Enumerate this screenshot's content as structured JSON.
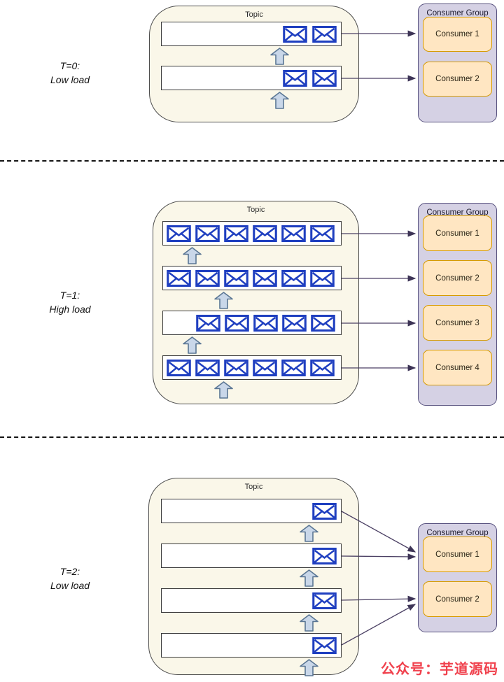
{
  "watermark": {
    "text": "公众号：芋道源码",
    "color": "#f0414d"
  },
  "sections": [
    {
      "time_label": "T=0:",
      "load_label": "Low load",
      "topic": {
        "title": "Topic",
        "partitions": [
          {
            "envelope_count": 2
          },
          {
            "envelope_count": 2
          }
        ]
      },
      "consumer_group": {
        "title": "Consumer Group",
        "consumers": [
          {
            "label": "Consumer 1"
          },
          {
            "label": "Consumer 2"
          }
        ]
      }
    },
    {
      "time_label": "T=1:",
      "load_label": "High load",
      "topic": {
        "title": "Topic",
        "partitions": [
          {
            "envelope_count": 6
          },
          {
            "envelope_count": 6
          },
          {
            "envelope_count": 5,
            "offset_slots": 1
          },
          {
            "envelope_count": 6
          }
        ]
      },
      "consumer_group": {
        "title": "Consumer Group",
        "consumers": [
          {
            "label": "Consumer 1"
          },
          {
            "label": "Consumer 2"
          },
          {
            "label": "Consumer 3"
          },
          {
            "label": "Consumer 4"
          }
        ]
      }
    },
    {
      "time_label": "T=2:",
      "load_label": "Low load",
      "topic": {
        "title": "Topic",
        "partitions": [
          {
            "envelope_count": 1
          },
          {
            "envelope_count": 1
          },
          {
            "envelope_count": 1
          },
          {
            "envelope_count": 1
          }
        ]
      },
      "consumer_group": {
        "title": "Consumer Group",
        "consumers": [
          {
            "label": "Consumer 1"
          },
          {
            "label": "Consumer 2"
          }
        ]
      }
    }
  ],
  "icons": {
    "envelope": "message-envelope-icon",
    "up_arrow": "produce-up-arrow-icon"
  },
  "colors": {
    "topic_fill": "#faf7e9",
    "topic_border": "#4d4d4d",
    "partition_fill": "#ffffff",
    "envelope_blue": "#1f3fc0",
    "consumer_group_fill": "#d5d1e4",
    "consumer_group_border": "#57517e",
    "consumer_fill": "#ffe6c2",
    "consumer_border": "#d79b00",
    "up_arrow_fill": "#c9d7e9",
    "up_arrow_border": "#5a7694",
    "connector": "#4a3f63",
    "watermark": "#f0414d"
  }
}
